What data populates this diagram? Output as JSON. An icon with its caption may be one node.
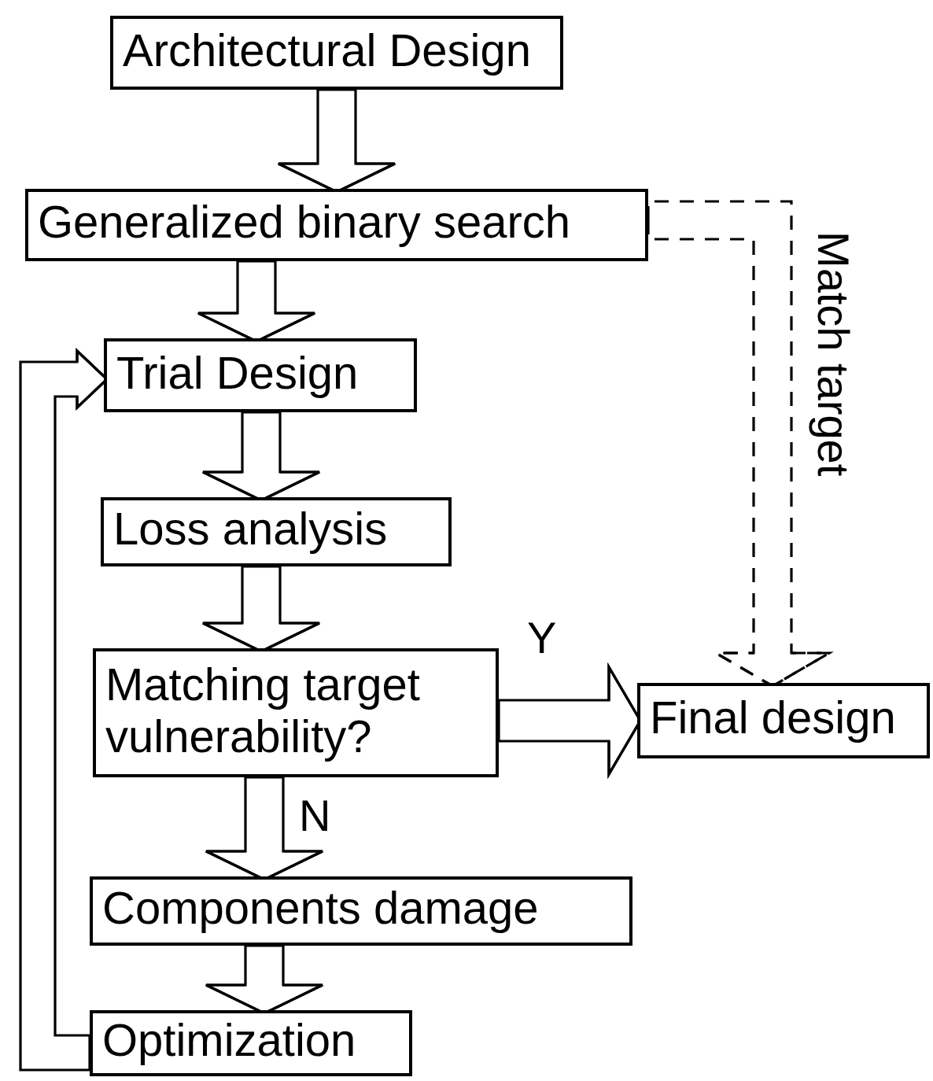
{
  "diagram": {
    "nodes": [
      {
        "text": [
          "Architectural Design"
        ]
      },
      {
        "text": [
          "Generalized binary search"
        ]
      },
      {
        "text": [
          "Trial Design"
        ]
      },
      {
        "text": [
          "Loss analysis"
        ]
      },
      {
        "text": [
          "Matching target vulnerability?"
        ]
      },
      {
        "text": [
          "Final design"
        ]
      },
      {
        "text": [
          "Components damage"
        ]
      },
      {
        "text": [
          "Optimization"
        ]
      }
    ],
    "edges": [
      {
        "from": 0,
        "to": 1,
        "arrow": "to"
      },
      {
        "from": 1,
        "to": 2,
        "arrow": "to"
      },
      {
        "from": 2,
        "to": 3,
        "arrow": "to"
      },
      {
        "from": 3,
        "to": 4,
        "arrow": "to"
      },
      {
        "from": 4,
        "to": 5,
        "arrow": "to",
        "label": "Y"
      },
      {
        "from": 4,
        "to": 6,
        "arrow": "to",
        "label": "N"
      },
      {
        "from": 6,
        "to": 7,
        "arrow": "to"
      },
      {
        "from": 7,
        "to": 2,
        "arrow": "to"
      },
      {
        "from": 1,
        "to": 5,
        "arrow": "to",
        "label": "Match target",
        "style": "dashed"
      }
    ]
  }
}
